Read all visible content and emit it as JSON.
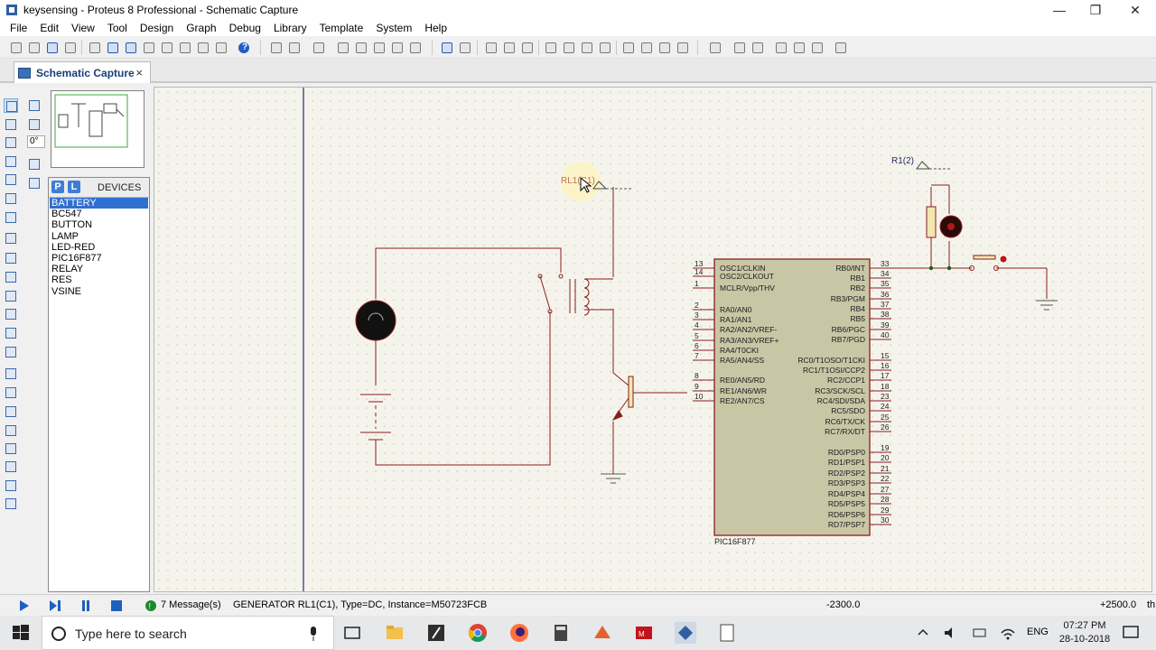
{
  "window": {
    "title": "keysensing - Proteus 8 Professional - Schematic Capture",
    "controls": {
      "minimize": "—",
      "maximize": "❐",
      "close": "✕"
    }
  },
  "menu": [
    "File",
    "Edit",
    "View",
    "Tool",
    "Design",
    "Graph",
    "Debug",
    "Library",
    "Template",
    "System",
    "Help"
  ],
  "tab": {
    "label": "Schematic Capture",
    "close": "×"
  },
  "rotation": {
    "angle": "0°"
  },
  "devices": {
    "header": "DEVICES",
    "pick_button": "P",
    "library_button": "L",
    "items": [
      "BATTERY",
      "BC547",
      "BUTTON",
      "LAMP",
      "LED-RED",
      "PIC16F877",
      "RELAY",
      "RES",
      "VSINE"
    ],
    "selected_index": 0
  },
  "schematic": {
    "mcu_name": "PIC16F877",
    "left_pins": [
      {
        "num": "13",
        "label": "OSC1/CLKIN"
      },
      {
        "num": "14",
        "label": "OSC2/CLKOUT"
      },
      {
        "num": "1",
        "label": "MCLR/Vpp/THV"
      },
      {
        "num": "2",
        "label": "RA0/AN0"
      },
      {
        "num": "3",
        "label": "RA1/AN1"
      },
      {
        "num": "4",
        "label": "RA2/AN2/VREF-"
      },
      {
        "num": "5",
        "label": "RA3/AN3/VREF+"
      },
      {
        "num": "6",
        "label": "RA4/T0CKI"
      },
      {
        "num": "7",
        "label": "RA5/AN4/SS"
      },
      {
        "num": "8",
        "label": "RE0/AN5/RD"
      },
      {
        "num": "9",
        "label": "RE1/AN6/WR"
      },
      {
        "num": "10",
        "label": "RE2/AN7/CS"
      }
    ],
    "right_pins": [
      {
        "num": "33",
        "label": "RB0/INT"
      },
      {
        "num": "34",
        "label": "RB1"
      },
      {
        "num": "35",
        "label": "RB2"
      },
      {
        "num": "36",
        "label": "RB3/PGM"
      },
      {
        "num": "37",
        "label": "RB4"
      },
      {
        "num": "38",
        "label": "RB5"
      },
      {
        "num": "39",
        "label": "RB6/PGC"
      },
      {
        "num": "40",
        "label": "RB7/PGD"
      },
      {
        "num": "15",
        "label": "RC0/T1OSO/T1CKI"
      },
      {
        "num": "16",
        "label": "RC1/T1OSI/CCP2"
      },
      {
        "num": "17",
        "label": "RC2/CCP1"
      },
      {
        "num": "18",
        "label": "RC3/SCK/SCL"
      },
      {
        "num": "23",
        "label": "RC4/SDI/SDA"
      },
      {
        "num": "24",
        "label": "RC5/SDO"
      },
      {
        "num": "25",
        "label": "RC6/TX/CK"
      },
      {
        "num": "26",
        "label": "RC7/RX/DT"
      },
      {
        "num": "19",
        "label": "RD0/PSP0"
      },
      {
        "num": "20",
        "label": "RD1/PSP1"
      },
      {
        "num": "21",
        "label": "RD2/PSP2"
      },
      {
        "num": "22",
        "label": "RD3/PSP3"
      },
      {
        "num": "27",
        "label": "RD4/PSP4"
      },
      {
        "num": "28",
        "label": "RD5/PSP5"
      },
      {
        "num": "29",
        "label": "RD6/PSP6"
      },
      {
        "num": "30",
        "label": "RD7/PSP7"
      }
    ],
    "relay_label": "RL1(C1)",
    "r1_label": "R1(2)",
    "ground_marker": "- - -"
  },
  "status": {
    "message_count": "7 Message(s)",
    "text": "GENERATOR RL1(C1), Type=DC, Instance=M50723FCB",
    "coord_x": "-2300.0",
    "coord_y": "+2500.0",
    "units": "th"
  },
  "taskbar": {
    "search_placeholder": "Type here to search",
    "language": "ENG",
    "time": "07:27 PM",
    "date": "28-10-2018"
  }
}
